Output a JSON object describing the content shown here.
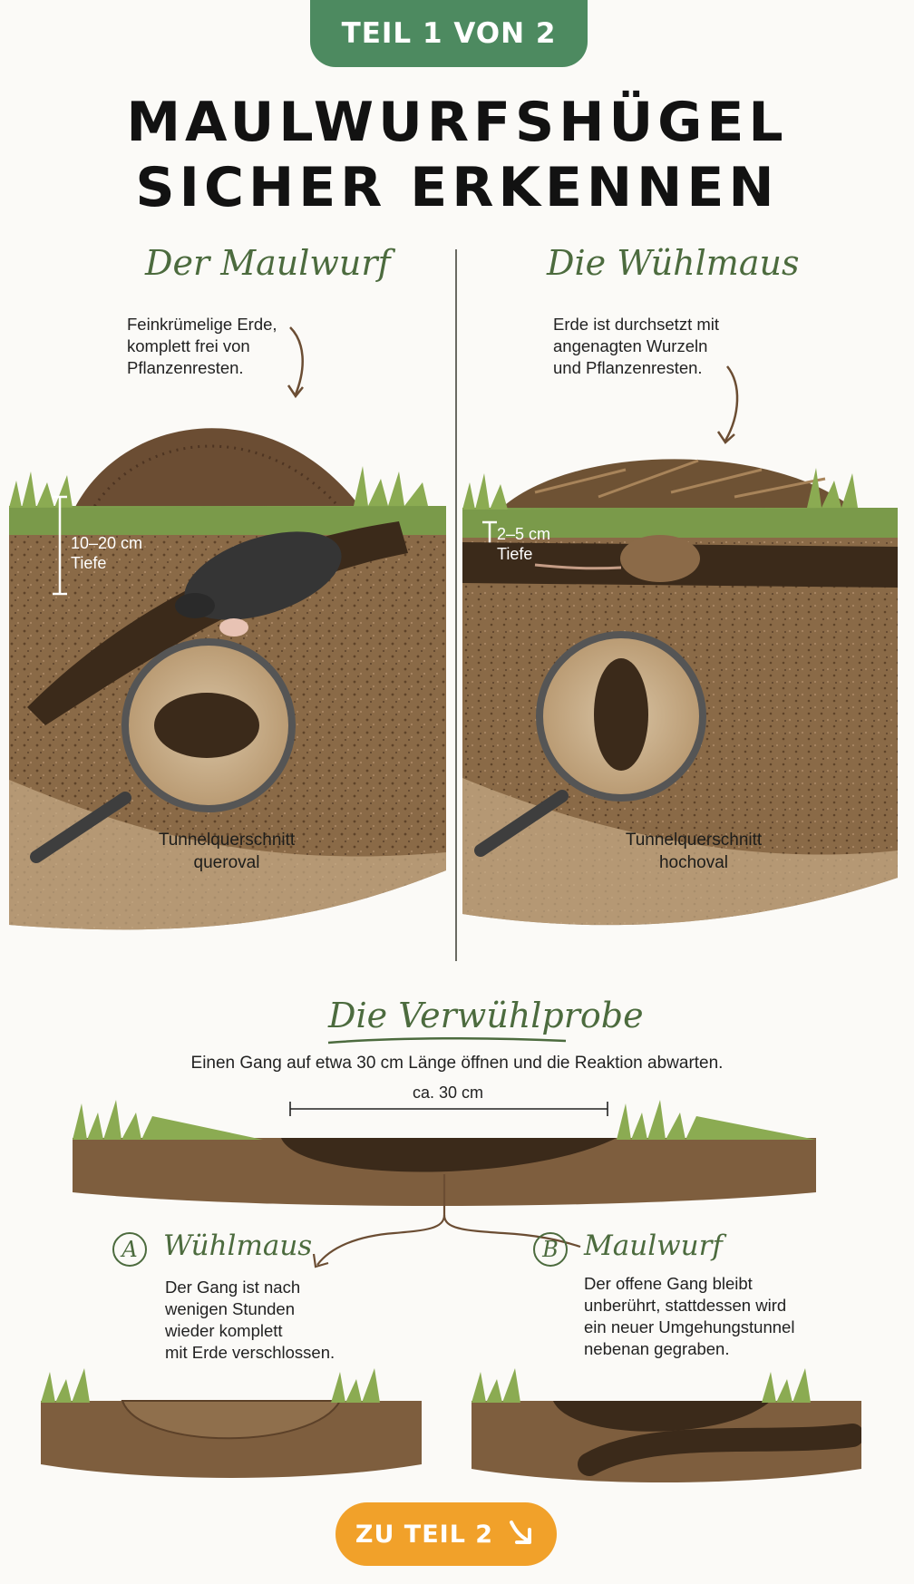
{
  "badge": {
    "label": "TEIL 1 VON 2"
  },
  "title": {
    "line1": "MAULWURFSHÜGEL",
    "line2": "SICHER ERKENNEN"
  },
  "left": {
    "heading": "Der Maulwurf",
    "note": [
      "Feinkrümelige Erde,",
      "komplett frei von",
      "Pflanzenresten."
    ],
    "depth": [
      "10–20 cm",
      "Tiefe"
    ],
    "caption": [
      "Tunnelquerschnitt",
      "queroval"
    ]
  },
  "right": {
    "heading": "Die Wühlmaus",
    "note": [
      "Erde ist durchsetzt mit",
      "angenagten Wurzeln",
      "und Pflanzenresten."
    ],
    "depth": [
      "2–5 cm",
      "Tiefe"
    ],
    "caption": [
      "Tunnelquerschnitt",
      "hochoval"
    ]
  },
  "test": {
    "heading": "Die Verwühlprobe",
    "subtitle": "Einen Gang auf etwa 30 cm Länge öffnen und die Reaktion abwarten.",
    "measure": "ca. 30 cm",
    "a": {
      "letter": "A",
      "heading": "Wühlmaus",
      "text": [
        "Der Gang ist nach",
        "wenigen Stunden",
        "wieder komplett",
        "mit Erde verschlossen."
      ]
    },
    "b": {
      "letter": "B",
      "heading": "Maulwurf",
      "text": [
        "Der offene Gang bleibt",
        "unberührt, stattdessen wird",
        "ein neuer Umgehungstunnel",
        "nebenan gegraben."
      ]
    }
  },
  "next": {
    "label": "ZU TEIL 2",
    "icon": "arrow-down-right-icon"
  },
  "colors": {
    "green": "#4d8a60",
    "heading_green": "#4c6b3e",
    "orange": "#f1a12a",
    "soil": "#7a5a38"
  }
}
